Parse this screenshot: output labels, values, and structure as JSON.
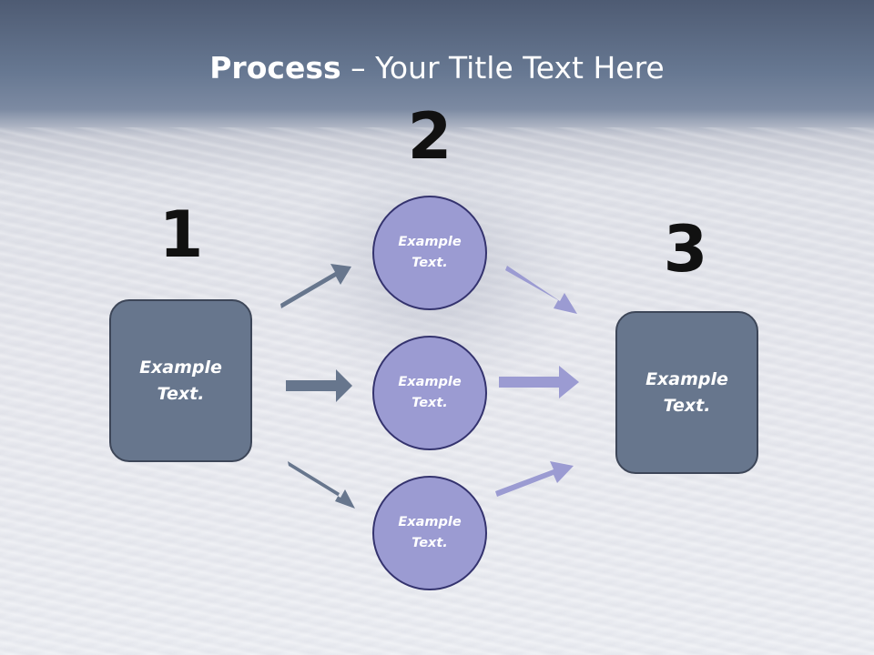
{
  "title": {
    "bold": "Process",
    "rest": " – Your Title Text Here"
  },
  "steps": [
    {
      "number": "1",
      "text_line1": "Example",
      "text_line2": "Text."
    },
    {
      "number": "2"
    },
    {
      "number": "3",
      "text_line1": "Example",
      "text_line2": "Text."
    }
  ],
  "circles": [
    {
      "text_line1": "Example",
      "text_line2": "Text."
    },
    {
      "text_line1": "Example",
      "text_line2": "Text."
    },
    {
      "text_line1": "Example",
      "text_line2": "Text."
    }
  ],
  "colors": {
    "box_fill": "#67768d",
    "circle_fill": "#9b9bd2",
    "left_arrow": "#67768d",
    "right_arrow": "#9b9bd2"
  }
}
